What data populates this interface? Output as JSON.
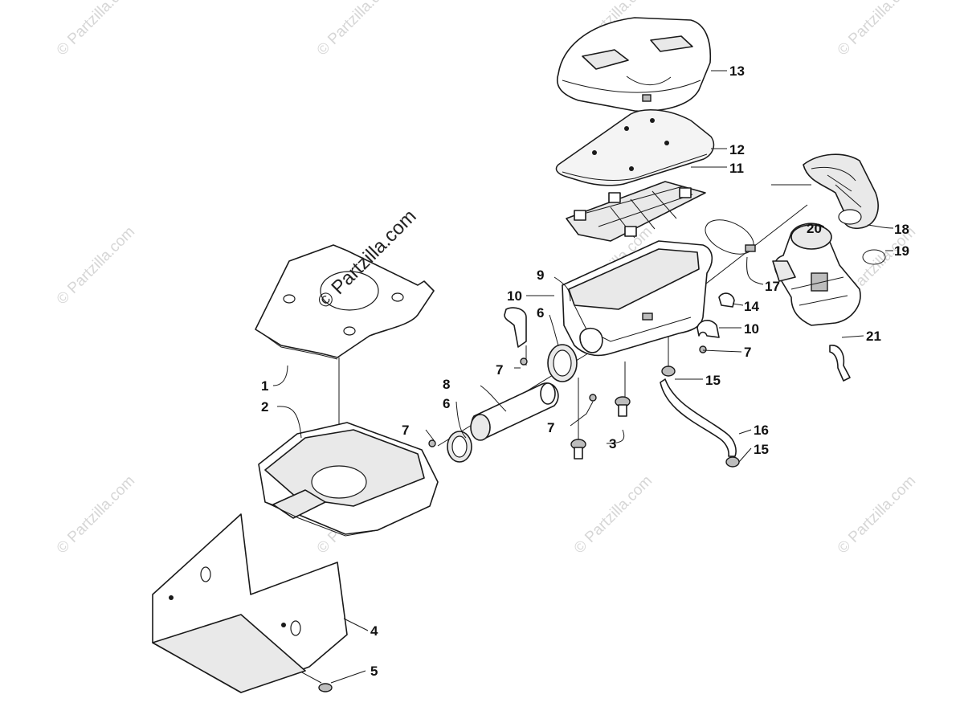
{
  "watermarks": {
    "repeat_text": "© Partzilla.com",
    "main_text": "© Partzilla.com"
  },
  "callouts": [
    {
      "id": "c13",
      "text": "13"
    },
    {
      "id": "c12",
      "text": "12"
    },
    {
      "id": "c11",
      "text": "11"
    },
    {
      "id": "c18",
      "text": "18"
    },
    {
      "id": "c19",
      "text": "19"
    },
    {
      "id": "c20",
      "text": "20"
    },
    {
      "id": "c17",
      "text": "17"
    },
    {
      "id": "c14",
      "text": "14"
    },
    {
      "id": "c10a",
      "text": "10"
    },
    {
      "id": "c10b",
      "text": "10"
    },
    {
      "id": "c9",
      "text": "9"
    },
    {
      "id": "c6a",
      "text": "6"
    },
    {
      "id": "c6b",
      "text": "6"
    },
    {
      "id": "c7a",
      "text": "7"
    },
    {
      "id": "c7b",
      "text": "7"
    },
    {
      "id": "c7c",
      "text": "7"
    },
    {
      "id": "c7d",
      "text": "7"
    },
    {
      "id": "c8",
      "text": "8"
    },
    {
      "id": "c15a",
      "text": "15"
    },
    {
      "id": "c15b",
      "text": "15"
    },
    {
      "id": "c16",
      "text": "16"
    },
    {
      "id": "c21",
      "text": "21"
    },
    {
      "id": "c3",
      "text": "3"
    },
    {
      "id": "c1",
      "text": "1"
    },
    {
      "id": "c2",
      "text": "2"
    },
    {
      "id": "c4",
      "text": "4"
    },
    {
      "id": "c5",
      "text": "5"
    }
  ]
}
